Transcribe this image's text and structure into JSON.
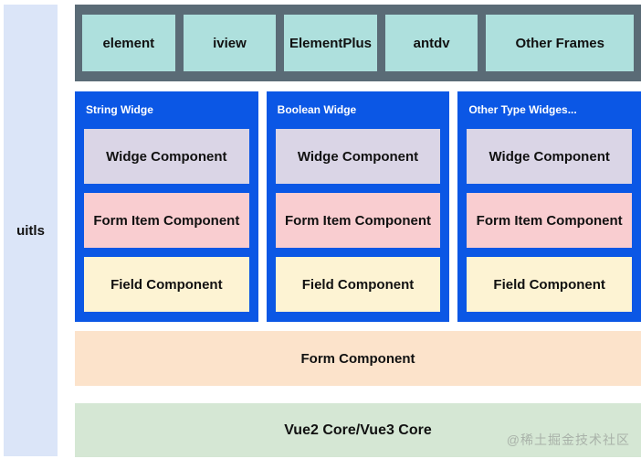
{
  "sidebar": {
    "label": "uitls"
  },
  "frameworks": {
    "items": [
      "element",
      "iview",
      "ElementPlus",
      "antdv",
      "Other Frames"
    ]
  },
  "columns": [
    {
      "title": "String Widge",
      "boxes": [
        "Widge Component",
        "Form Item Component",
        "Field Component"
      ]
    },
    {
      "title": "Boolean Widge",
      "boxes": [
        "Widge Component",
        "Form Item Component",
        "Field Component"
      ]
    },
    {
      "title": "Other Type Widges...",
      "boxes": [
        "Widge Component",
        "Form Item Component",
        "Field Component"
      ]
    }
  ],
  "form_bar": {
    "label": "Form Component"
  },
  "core_bar": {
    "label": "Vue2 Core/Vue3 Core",
    "watermark": "@稀土掘金技术社区"
  },
  "colors": {
    "sidebar_bg": "#dbe5f8",
    "frameworks_bar_bg": "#5a6b76",
    "framework_box_bg": "#aee0dd",
    "column_bg": "#0b57e5",
    "widge_box_bg": "#dad5e6",
    "form_item_box_bg": "#f9cdd0",
    "field_box_bg": "#fdf3d3",
    "form_bar_bg": "#fce3cb",
    "core_bar_bg": "#d5e7d4",
    "watermark_color": "#a9b2a9"
  }
}
